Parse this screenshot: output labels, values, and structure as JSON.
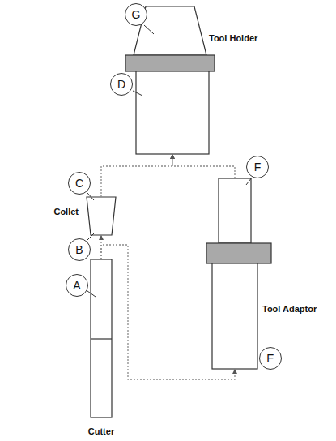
{
  "diagram": {
    "nodes": [
      {
        "text": [
          "Tool Holder"
        ]
      },
      {
        "text": [
          "Collet"
        ]
      },
      {
        "text": [
          "Tool Adaptor"
        ]
      },
      {
        "text": [
          "Cutter"
        ]
      }
    ],
    "edges": [
      {
        "from": 1,
        "to": 0,
        "arrow": "to"
      },
      {
        "from": 2,
        "to": 0,
        "arrow": "to"
      },
      {
        "from": 3,
        "to": 1,
        "arrow": "to"
      },
      {
        "from": 3,
        "to": 2,
        "arrow": "to"
      }
    ],
    "labels": [
      "G",
      "D",
      "C",
      "B",
      "F",
      "E",
      "A"
    ]
  }
}
